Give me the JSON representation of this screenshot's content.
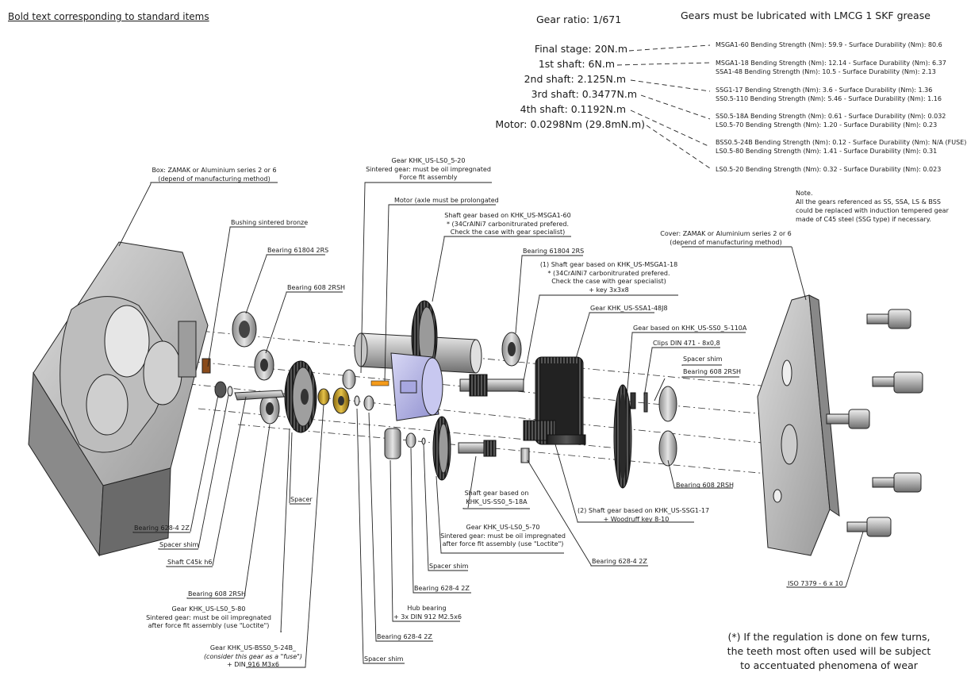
{
  "header": {
    "bold_note": "Bold text corresponding to standard items",
    "gear_ratio": "Gear ratio: 1/671",
    "lubrication": "Gears must be lubricated with LMCG 1 SKF grease"
  },
  "torques": [
    "Final stage: 20N.m",
    "1st shaft: 6N.m",
    "2nd shaft: 2.125N.m",
    "3rd shaft: 0.3477N.m",
    "4th shaft: 0.1192N.m",
    "Motor: 0.0298Nm (29.8mN.m)"
  ],
  "strengths": [
    "MSGA1-60 Bending Strength (Nm): 59.9 - Surface Durability (Nm): 80.6",
    "MSGA1-18 Bending Strength (Nm): 12.14 - Surface Durability (Nm): 6.37",
    "SSA1-48 Bending Strength (Nm): 10.5 - Surface Durability (Nm): 2.13",
    "SSG1-17 Bending Strength (Nm): 3.6 - Surface Durability (Nm): 1.36",
    "SS0.5-110 Bending Strength (Nm): 5.46 - Surface Durability (Nm): 1.16",
    "SS0.5-18A Bending Strength (Nm): 0.61 - Surface Durability (Nm): 0.032",
    "LS0.5-70 Bending Strength (Nm): 1.20 - Surface Durability (Nm): 0.23",
    "BSS0.5-24B Bending Strength (Nm): 0.12 - Surface Durability (Nm): N/A (FUSE)",
    "LS0.5-80 Bending Strength (Nm): 1.41 - Surface Durability (Nm): 0.31",
    "LS0.5-20 Bending Strength (Nm): 0.32 - Surface Durability (Nm): 0.023"
  ],
  "note": [
    "Note.",
    "All the gears referenced as SS, SSA, LS & BSS",
    "could be replaced with induction tempered gear",
    "made of C45 steel (SSG type) if necessary."
  ],
  "labels": {
    "box": [
      "Box: ZAMAK or Aluminium series 2 or 6",
      "(depend of manufacturing method)"
    ],
    "gear_ls20": [
      "Gear KHK_US-LS0_5-20",
      "Sintered gear: must be oil impregnated",
      "Force fit assembly"
    ],
    "motor": "Motor (axle must be prolongated",
    "shaft_msga60": [
      "Shaft gear based on KHK_US-MSGA1-60",
      "* (34CrAlNi7 carbonitrurated prefered.",
      "Check the case with gear specialist)"
    ],
    "bushing": "Bushing sintered bronze",
    "bearing_61804_left": "Bearing 61804 2RS",
    "bearing_608_top": "Bearing 608 2RSH",
    "bearing_61804_right": "Bearing 61804 2RS",
    "shaft_msga18": [
      "(1) Shaft gear based on KHK_US-MSGA1-18",
      "* (34CrAlNi7 carbonitrurated prefered.",
      "Check the case with gear specialist)",
      "+ key 3x3x8"
    ],
    "gear_ssa48": "Gear KHK_US-SSA1-48J8",
    "gear_ss110": "Gear based on KHK_US-SS0_5-110A",
    "clips": "Clips DIN 471 - 8x0,8",
    "spacer_shim_right": "Spacer shim",
    "bearing_608_right_top": "Bearing 608 2RSH",
    "cover": [
      "Cover: ZAMAK or Aluminium series 2 or 6",
      "(depend of manufacturing method)"
    ],
    "bearing_608_right_bottom": "Bearing 608 2RSH",
    "iso": "ISO  7379 - 6 x 10",
    "spacer": "Spacer",
    "bearing_628_left": "Bearing 628-4 2Z",
    "spacer_shim_left": "Spacer shim",
    "shaft_c45": "Shaft C45k h6",
    "bearing_608_bottom": "Bearing 608 2RSH",
    "gear_ls80": [
      "Gear KHK_US-LS0_5-80",
      "Sintered gear: must be oil impregnated",
      "after force fit assembly (use \"Loctite\")"
    ],
    "gear_bss24": [
      "Gear KHK_US-BSS0_5-24B_",
      "(consider this gear as a \"fuse\")",
      "+ DIN 916 M3x6"
    ],
    "shaft_ss18": [
      "Shaft gear based on",
      "KHK_US-SS0_5-18A"
    ],
    "gear_ls70": [
      "Gear KHK_US-LS0_5-70",
      "Sintered gear: must be oil impregnated",
      "after force fit assembly (use \"Loctite\")"
    ],
    "spacer_shim_mid": "Spacer shim",
    "bearing_628_mid": "Bearing 628-4 2Z",
    "hub_bearing": [
      "Hub bearing",
      "+ 3x DIN 912 M2.5x6"
    ],
    "bearing_628_bottom": "Bearing 628-4 2Z",
    "spacer_shim_bottom": "Spacer shim",
    "shaft_ssg17": [
      "(2) Shaft gear based on KHK_US-SSG1-17",
      "+ Woodruff key 8-10"
    ],
    "bearing_628_right": "Bearing 628-4 2Z"
  },
  "footnote": [
    "(*) If the regulation is done on few turns,",
    "the teeth most often used will be subject",
    "to accentuated phenomena of wear"
  ]
}
